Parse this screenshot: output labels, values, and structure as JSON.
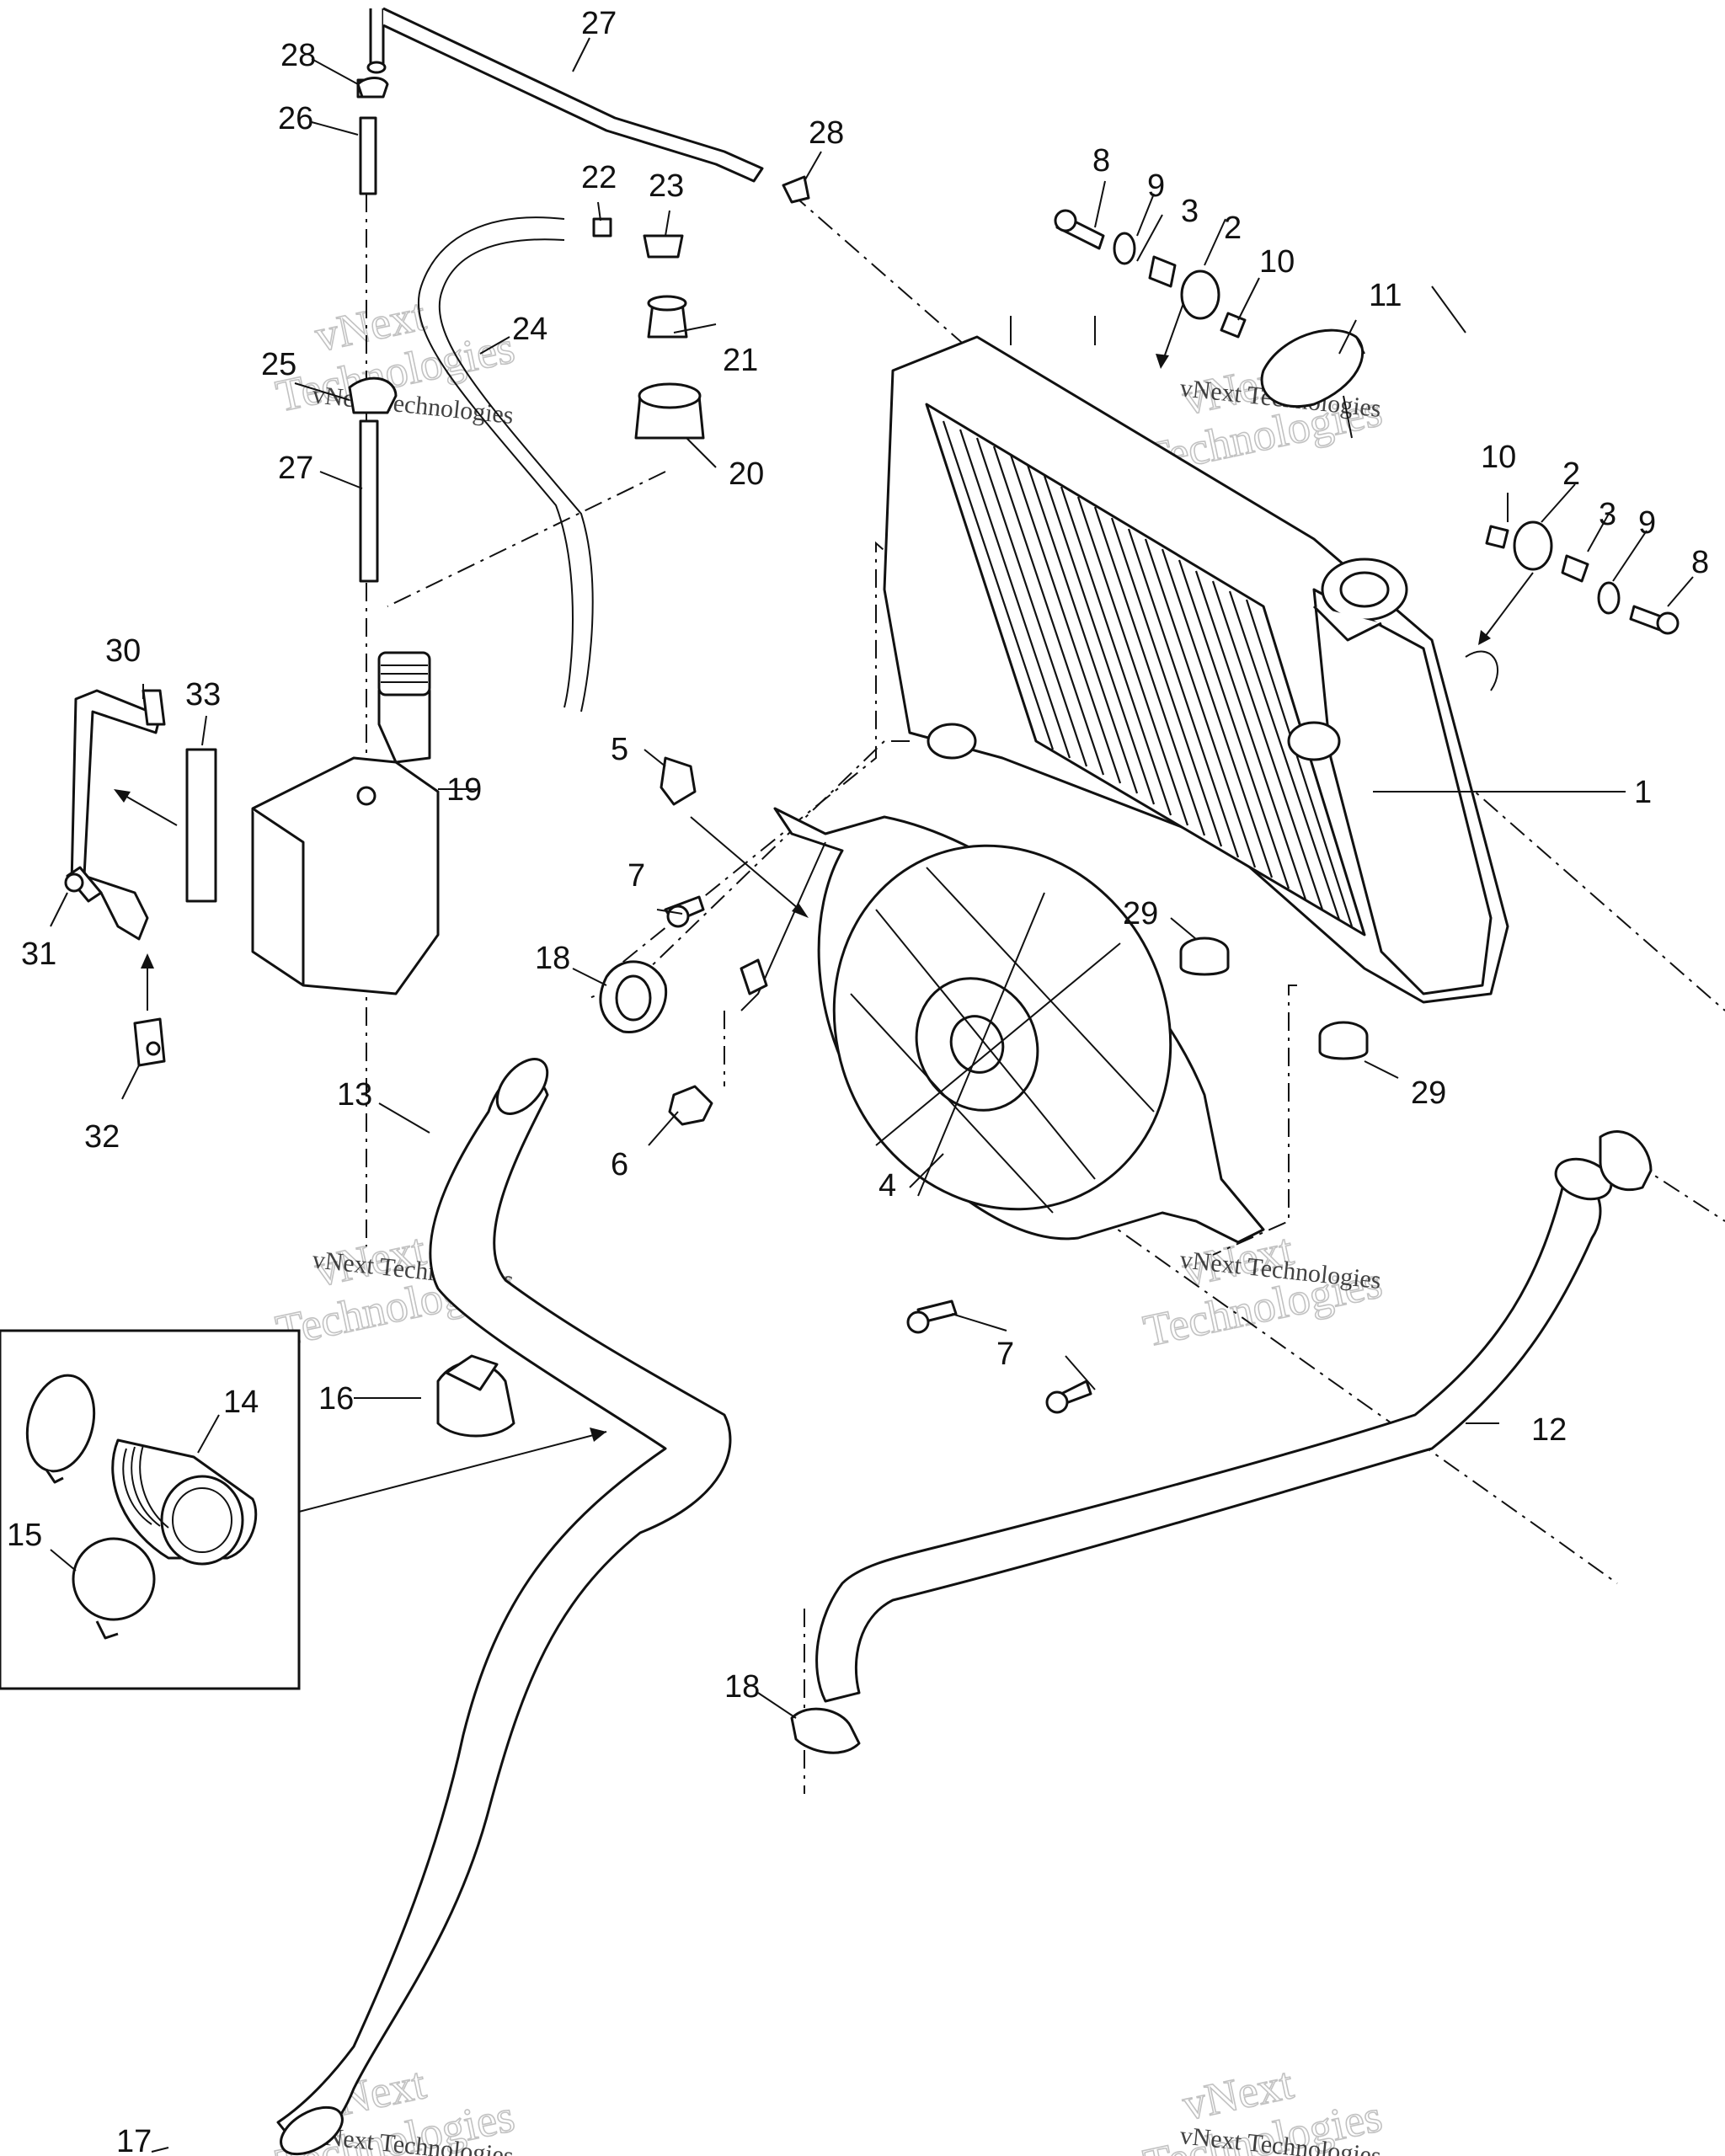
{
  "watermark": {
    "line1": "vNext",
    "line2": "Technologies",
    "small": "vNext Technologies"
  },
  "callouts": [
    {
      "id": "c1",
      "label": "1"
    },
    {
      "id": "c2a",
      "label": "2"
    },
    {
      "id": "c2b",
      "label": "2"
    },
    {
      "id": "c3a",
      "label": "3"
    },
    {
      "id": "c3b",
      "label": "3"
    },
    {
      "id": "c4",
      "label": "4"
    },
    {
      "id": "c5",
      "label": "5"
    },
    {
      "id": "c6",
      "label": "6"
    },
    {
      "id": "c7a",
      "label": "7"
    },
    {
      "id": "c7b",
      "label": "7"
    },
    {
      "id": "c8a",
      "label": "8"
    },
    {
      "id": "c8b",
      "label": "8"
    },
    {
      "id": "c9a",
      "label": "9"
    },
    {
      "id": "c9b",
      "label": "9"
    },
    {
      "id": "c10a",
      "label": "10"
    },
    {
      "id": "c10b",
      "label": "10"
    },
    {
      "id": "c11",
      "label": "11"
    },
    {
      "id": "c12",
      "label": "12"
    },
    {
      "id": "c13",
      "label": "13"
    },
    {
      "id": "c14",
      "label": "14"
    },
    {
      "id": "c15",
      "label": "15"
    },
    {
      "id": "c16",
      "label": "16"
    },
    {
      "id": "c17",
      "label": "17"
    },
    {
      "id": "c18a",
      "label": "18"
    },
    {
      "id": "c18b",
      "label": "18"
    },
    {
      "id": "c19",
      "label": "19"
    },
    {
      "id": "c20",
      "label": "20"
    },
    {
      "id": "c21",
      "label": "21"
    },
    {
      "id": "c22",
      "label": "22"
    },
    {
      "id": "c23",
      "label": "23"
    },
    {
      "id": "c24",
      "label": "24"
    },
    {
      "id": "c25",
      "label": "25"
    },
    {
      "id": "c26",
      "label": "26"
    },
    {
      "id": "c27a",
      "label": "27"
    },
    {
      "id": "c27b",
      "label": "27"
    },
    {
      "id": "c28a",
      "label": "28"
    },
    {
      "id": "c28b",
      "label": "28"
    },
    {
      "id": "c29a",
      "label": "29"
    },
    {
      "id": "c29b",
      "label": "29"
    },
    {
      "id": "c30",
      "label": "30"
    },
    {
      "id": "c31",
      "label": "31"
    },
    {
      "id": "c32",
      "label": "32"
    },
    {
      "id": "c33",
      "label": "33"
    }
  ]
}
